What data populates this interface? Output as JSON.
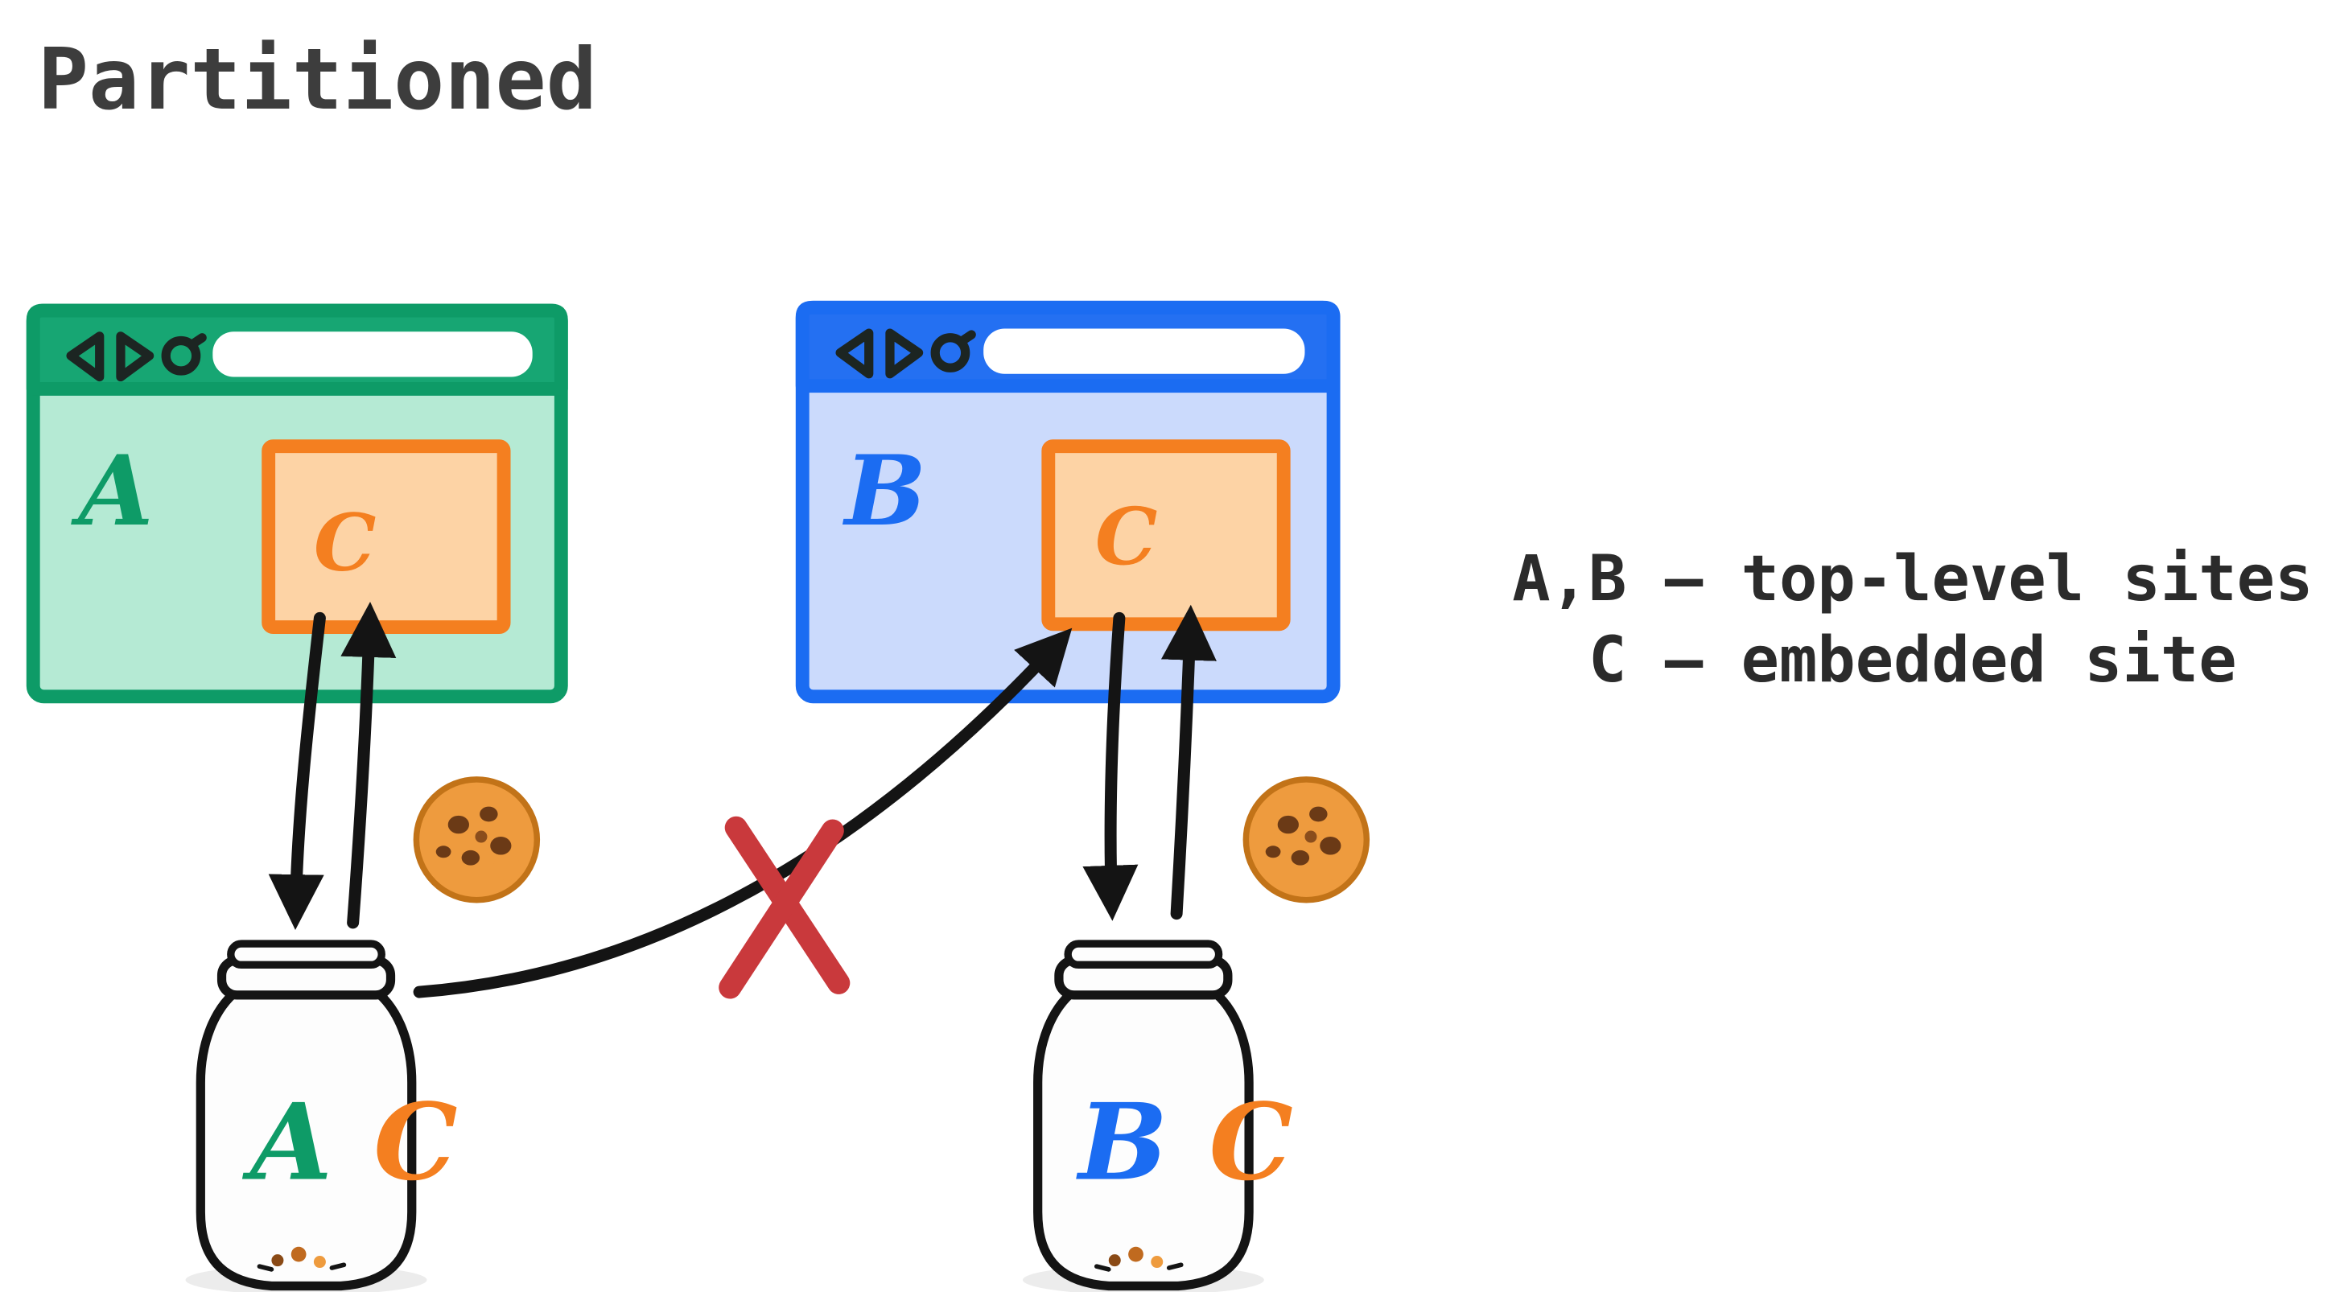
{
  "title": "Partitioned",
  "legend": {
    "line1": "A,B – top-level sites",
    "line2": "C – embedded site"
  },
  "browsers": {
    "a": {
      "label": "A",
      "iframe_label": "C"
    },
    "b": {
      "label": "B",
      "iframe_label": "C"
    }
  },
  "jars": {
    "left": {
      "letters": [
        "A",
        "C"
      ]
    },
    "right": {
      "letters": [
        "B",
        "C"
      ]
    }
  },
  "icons": [
    "back-icon",
    "forward-icon",
    "reload-icon",
    "cookie-icon",
    "blocked-x-icon"
  ],
  "colors": {
    "green_stroke": "#0e9b67",
    "green_titlebar": "#17a673",
    "green_body": "#b5ead4",
    "blue_stroke": "#1b6cf2",
    "blue_titlebar": "#2470f2",
    "blue_body": "#cbdafc",
    "orange_stroke": "#f47f20",
    "orange_body": "#fdd3a5",
    "arrow_black": "#141414",
    "blocked_red": "#c9393c",
    "cookie_base": "#ee9b3e",
    "cookie_chip": "#6b3a16",
    "title_text": "#3d3d3d",
    "legend_text": "#2b2b2b"
  }
}
